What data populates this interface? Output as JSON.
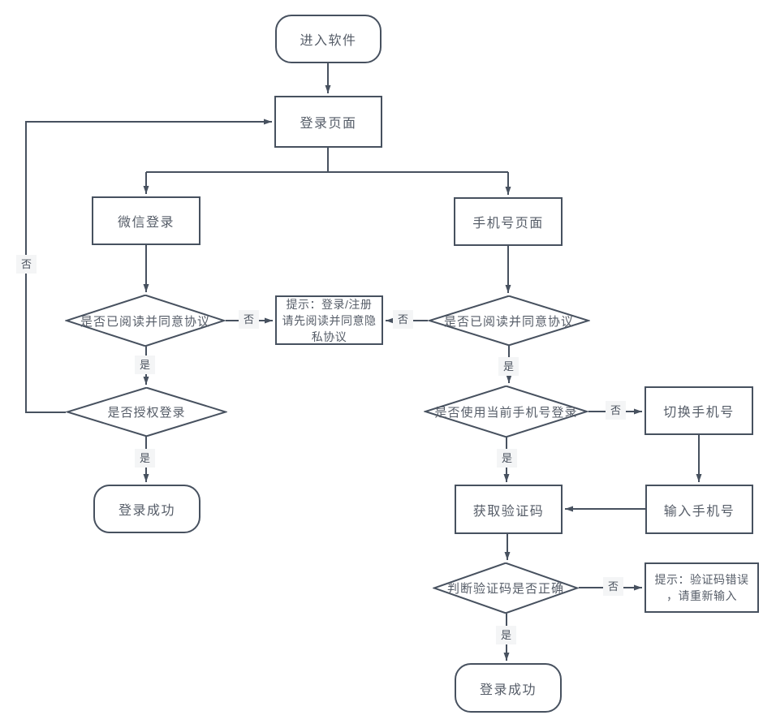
{
  "diagram": {
    "type": "flowchart",
    "colors": {
      "stroke": "#47515f",
      "node_fill": "#ffffff",
      "text": "#565d68",
      "label_bg": "#f4f5f6",
      "label_text": "#4b535f",
      "canvas_bg": "#ffffff"
    },
    "nodes": {
      "start": {
        "label": "进入软件",
        "type": "terminator"
      },
      "login_page": {
        "label": "登录页面",
        "type": "process"
      },
      "wechat_login": {
        "label": "微信登录",
        "type": "process"
      },
      "phone_page": {
        "label": "手机号页面",
        "type": "process"
      },
      "agree_check_left": {
        "label": "是否已阅读并同意协议",
        "type": "decision"
      },
      "agree_notice": {
        "label": "提示：登录/注册\n请先阅读并同意隐\n私协议",
        "type": "process"
      },
      "agree_check_right": {
        "label": "是否已阅读并同意协议",
        "type": "decision"
      },
      "auth_check": {
        "label": "是否授权登录",
        "type": "decision"
      },
      "current_phone_check": {
        "label": "是否使用当前手机号登录",
        "type": "decision"
      },
      "switch_phone": {
        "label": "切换手机号",
        "type": "process"
      },
      "login_success_left": {
        "label": "登录成功",
        "type": "terminator"
      },
      "get_code": {
        "label": "获取验证码",
        "type": "process"
      },
      "input_phone": {
        "label": "输入手机号",
        "type": "process"
      },
      "code_check": {
        "label": "判断验证码是否正确",
        "type": "decision"
      },
      "code_error_notice": {
        "label": "提示：验证码错误\n，请重新输入",
        "type": "process"
      },
      "login_success_bottom": {
        "label": "登录成功",
        "type": "terminator"
      }
    },
    "edge_labels": {
      "yes": "是",
      "no": "否"
    }
  }
}
